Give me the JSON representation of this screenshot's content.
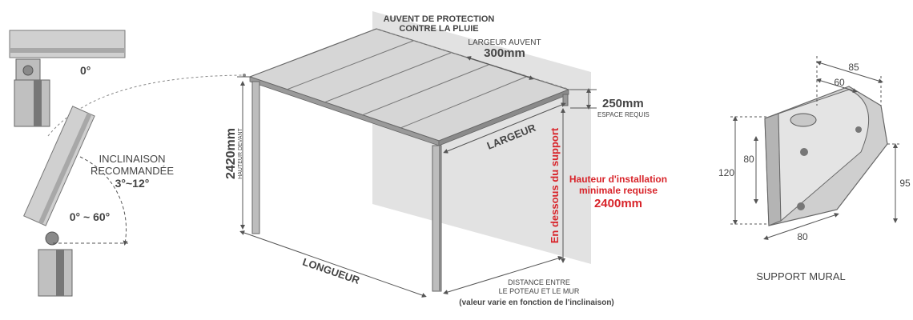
{
  "colors": {
    "text": "#444444",
    "red": "#d8242a",
    "metal": "#c8c8c8",
    "metal_dark": "#6e6e6e",
    "wall": "#e2e2e2",
    "dim_line": "#555555"
  },
  "left_panel": {
    "angle_zero": "0°",
    "inclination_title_1": "INCLINAISON",
    "inclination_title_2": "RECOMMANDÉE",
    "inclination_range": "3°~12°",
    "angle_range": "0° ~ 60°"
  },
  "center_panel": {
    "awning_title_1": "AUVENT DE PROTECTION",
    "awning_title_2": "CONTRE LA PLUIE",
    "awning_width_label": "LARGEUR AUVENT",
    "awning_width_value": "300mm",
    "space_value": "250mm",
    "space_label": "ESPACE REQUIS",
    "width_label": "LARGEUR",
    "front_height_value": "2420mm",
    "front_height_label": "HAUTEUR DEVANT",
    "under_support": "En dessous du support",
    "install_height_1": "Hauteur d'installation",
    "install_height_2": "minimale requise",
    "install_height_value": "2400mm",
    "length_label": "LONGUEUR",
    "distance_1": "DISTANCE ENTRE",
    "distance_2": "LE POTEAU ET LE MUR",
    "distance_note": "(valeur varie en fonction de l'inclinaison)"
  },
  "right_panel": {
    "dim_85": "85",
    "dim_60": "60",
    "dim_80_vertical": "80",
    "dim_120": "120",
    "dim_95": "95",
    "dim_80_bottom": "80",
    "caption": "SUPPORT MURAL"
  }
}
